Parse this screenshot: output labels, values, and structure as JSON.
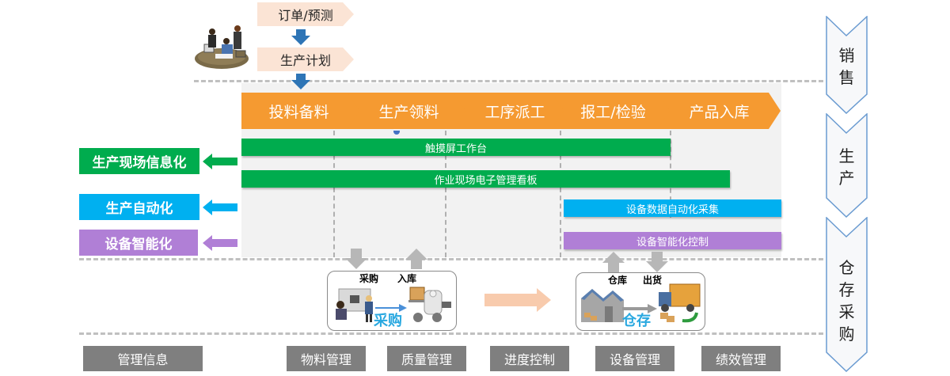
{
  "sales_flow": {
    "step1": "订单/预测",
    "step2": "生产计划"
  },
  "process_chevrons": [
    {
      "label": "投料备料"
    },
    {
      "label": "生产领料"
    },
    {
      "label": "工序派工"
    },
    {
      "label": "报工/检验"
    },
    {
      "label": "产品入库"
    }
  ],
  "bars": {
    "touchscreen": "触摸屏工作台",
    "eboard": "作业现场电子管理看板",
    "data_collect": "设备数据自动化采集",
    "smart_control": "设备智能化控制"
  },
  "left_labels": {
    "info": "生产现场信息化",
    "automation": "生产自动化",
    "smart": "设备智能化"
  },
  "warehouse": {
    "purchase_top": "采购",
    "instock_top": "入库",
    "purchase_caption": "采购",
    "warehouse_top": "仓库",
    "ship_top": "出货",
    "warehouse_caption": "仓存"
  },
  "bottom_buttons": [
    {
      "label": "管理信息"
    },
    {
      "label": "物料管理"
    },
    {
      "label": "质量管理"
    },
    {
      "label": "进度控制"
    },
    {
      "label": "设备管理"
    },
    {
      "label": "绩效管理"
    }
  ],
  "stages": [
    {
      "label": "销售"
    },
    {
      "label": "生产"
    },
    {
      "label": "仓存采购"
    }
  ],
  "colors": {
    "orange": "#f59a31",
    "green": "#00ac4e",
    "blue": "#00b0f0",
    "purple": "#b07fd6",
    "gray": "#7f7f7f",
    "flow_blue": "#2e75b6"
  }
}
